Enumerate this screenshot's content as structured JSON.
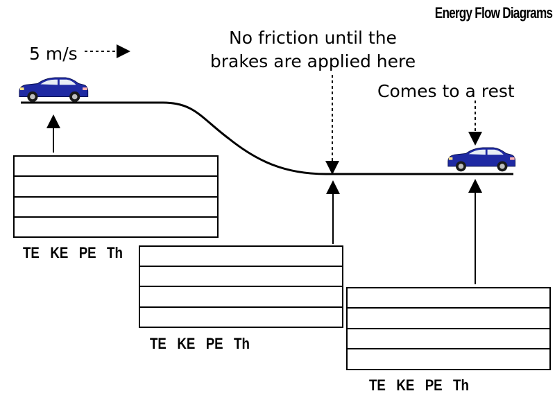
{
  "title": "Energy Flow Diagrams",
  "annotations": {
    "speed": "5 m/s",
    "friction_line1": "No friction until the",
    "friction_line2": "brakes are applied here",
    "rest": "Comes to a rest"
  },
  "energy_tables": [
    {
      "labels": [
        "TE",
        "KE",
        "PE",
        "Th"
      ],
      "rows": 4
    },
    {
      "labels": [
        "TE",
        "KE",
        "PE",
        "Th"
      ],
      "rows": 4
    },
    {
      "labels": [
        "TE",
        "KE",
        "PE",
        "Th"
      ],
      "rows": 4
    }
  ],
  "colors": {
    "car_body": "#1f2aa3",
    "car_window": "#e8eef5",
    "line": "#000000"
  }
}
